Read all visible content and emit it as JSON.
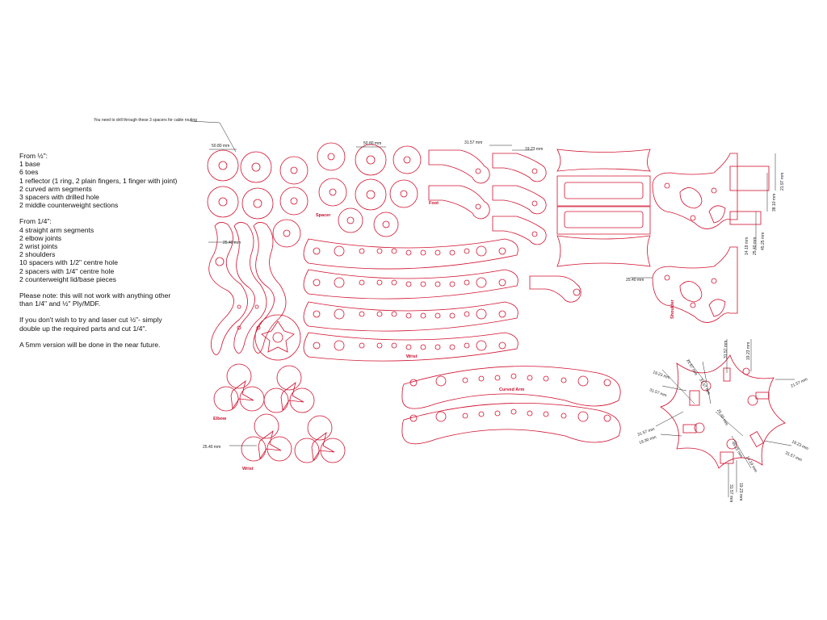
{
  "notes": {
    "half_inch": {
      "heading": "From ½\":",
      "items": [
        "1 base",
        "6 toes",
        "1 reflector (1 ring, 2 plain fingers, 1 finger with joint)",
        "2 curved arm segments",
        "3 spacers with drilled hole",
        "2 middle counterweight sections"
      ]
    },
    "quarter_inch": {
      "heading": "From 1/4\":",
      "items": [
        "4 straight arm segments",
        "2 elbow joints",
        "2 wrist joints",
        "2 shoulders",
        "10 spacers with 1/2\" centre hole",
        "2 spacers with 1/4\" centre hole",
        "2 counterweight lid/base pieces"
      ]
    },
    "please_note": [
      "Please note: this will not work with anything other",
      "than 1/4\" and ½\" Ply/MDF."
    ],
    "laser_note": [
      "If you don't wish to try and laser cut ½\"- simply",
      "double up the required parts and cut 1/4\"."
    ],
    "future_note": "A 5mm version will be done in the near future."
  },
  "drawing": {
    "drill_note": "You need to drill through these 3 spacers for cable routing",
    "labels": {
      "spacer": "Spacer",
      "foot": "Foot",
      "wrist_top": "Wrist",
      "curved_arm": "Curved Arm",
      "elbow": "Elbow",
      "wrist_bottom": "Wrist",
      "shoulder": "Shoulder"
    },
    "dimensions": {
      "d1": "50.80 mm",
      "d2": "50.80 mm",
      "d3": "31.57 mm",
      "d4": "19.23 mm",
      "d5": "25.40 mm",
      "d6": "25.40 mm",
      "d7": "25.40 mm",
      "d8": "21.97 mm",
      "d9": "38.10 mm",
      "d10": "45.25 mm",
      "d11": "25.40 mm",
      "d12": "14.19 mm",
      "base_a": "19.23 mm",
      "base_b": "21.57 mm",
      "base_c": "31.57 mm",
      "base_d": "19.23 mm",
      "base_e": "21.57 mm",
      "base_f": "31.57 mm",
      "base_g": "31.57 mm",
      "base_h": "19.30 mm",
      "base_i": "19.23 mm",
      "base_j": "31.57 mm",
      "base_k": "31.57 mm",
      "base_l": "19.23 mm",
      "base_m": "45.25 mm",
      "base_n": "25.40 mm",
      "base_o": "14.19 mm"
    }
  },
  "colors": {
    "cut_line": "#d0102e",
    "dimension_line": "#222222",
    "label": "#c8102e",
    "background": "#ffffff"
  }
}
